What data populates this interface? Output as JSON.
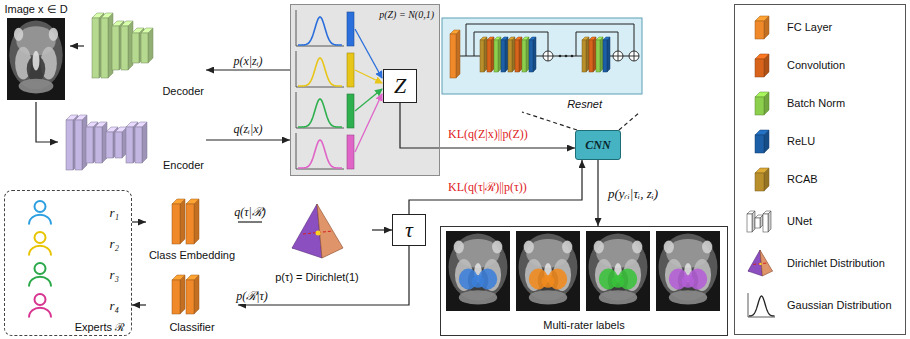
{
  "diagram": {
    "nodes": [
      {
        "text": [
          "Image x ∈ D"
        ]
      },
      {
        "text": [
          "Decoder"
        ]
      },
      {
        "text": [
          "Encoder"
        ]
      },
      {
        "text": [
          "p(Z) = N(0,1)"
        ]
      },
      {
        "text": [
          "Z"
        ],
        "in": 3
      },
      {
        "text": [
          "Resnet"
        ]
      },
      {
        "text": [
          "CNN"
        ]
      },
      {
        "text": [
          "Multi-rater labels"
        ]
      },
      {
        "text": [
          "r₁",
          "r₂",
          "r₃",
          "r₄",
          "Experts ℛ"
        ]
      },
      {
        "text": [
          "Class Embedding"
        ]
      },
      {
        "text": [
          "p(τ) = Dirichlet(1)"
        ]
      },
      {
        "text": [
          "τ"
        ]
      },
      {
        "text": [
          "Classifier"
        ]
      }
    ],
    "edges": [
      {
        "from": 3,
        "to": 1,
        "arrow": "to",
        "label": "p(x|zᵢ)"
      },
      {
        "from": 1,
        "to": 0,
        "arrow": "to"
      },
      {
        "from": 0,
        "to": 2,
        "arrow": "to"
      },
      {
        "from": 2,
        "to": 3,
        "arrow": "to",
        "label": "q(zᵢ|x)"
      },
      {
        "from": 4,
        "to": 6,
        "arrow": "to"
      },
      {
        "from": 6,
        "to": 5,
        "arrow": "none"
      },
      {
        "from": 6,
        "to": 5,
        "arrow": "none"
      },
      {
        "from": 11,
        "to": 6,
        "arrow": "to"
      },
      {
        "from": 6,
        "to": 7,
        "arrow": "to",
        "label": "p(yᵣᵢ|τᵢ, zᵢ)"
      },
      {
        "from": 8,
        "to": 9,
        "arrow": "to"
      },
      {
        "from": 9,
        "to": 10,
        "arrow": "none",
        "label": "q(τ|ℛ)"
      },
      {
        "from": 10,
        "to": 11,
        "arrow": "to"
      },
      {
        "from": 11,
        "to": 12,
        "arrow": "to",
        "label": "p(ℛ|τ)"
      },
      {
        "from": 12,
        "to": 8,
        "arrow": "to"
      }
    ],
    "labels": [
      "KL(q(Z|x)||p(Z))",
      "KL(q(τ|ℛ)||p(τ))"
    ],
    "legend": [
      {
        "text": "FC Layer",
        "color": "#f0892a"
      },
      {
        "text": "Convolution",
        "color": "#d8641c"
      },
      {
        "text": "Batch Norm",
        "color": "#8ccf4d"
      },
      {
        "text": "ReLU",
        "color": "#1d5fa6"
      },
      {
        "text": "RCAB",
        "color": "#b98f2c"
      },
      {
        "text": "UNet"
      },
      {
        "text": "Dirichlet Distribution"
      },
      {
        "text": "Gaussian Distribution"
      }
    ]
  }
}
